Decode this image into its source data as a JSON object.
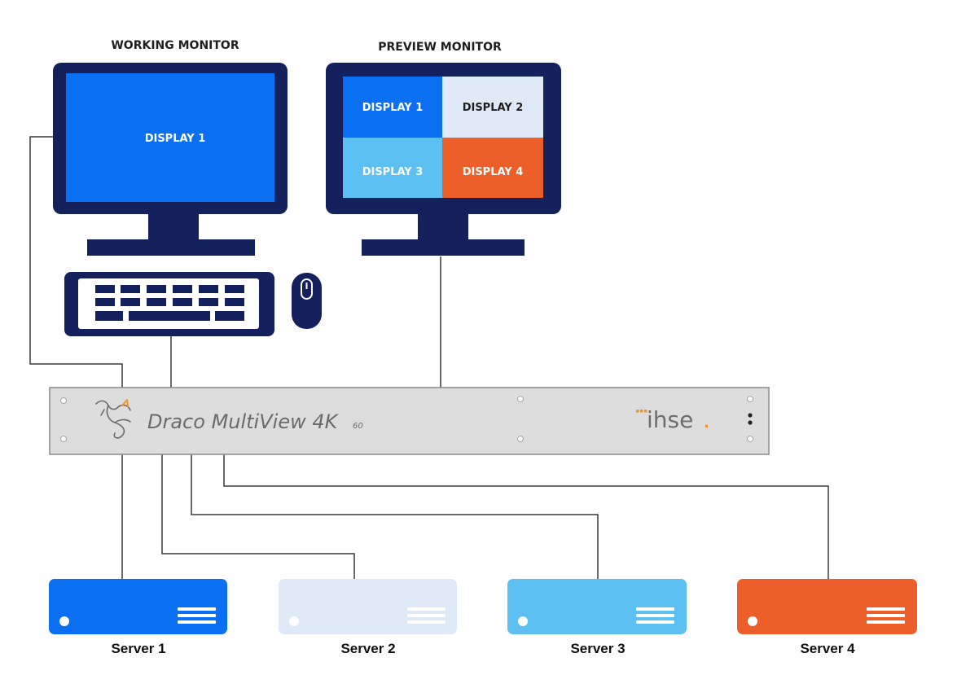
{
  "monitors": {
    "working": {
      "title": "WORKING MONITOR",
      "display": "DISPLAY 1"
    },
    "preview": {
      "title": "PREVIEW MONITOR",
      "displays": [
        "DISPLAY 1",
        "DISPLAY 2",
        "DISPLAY 3",
        "DISPLAY 4"
      ]
    }
  },
  "device": {
    "name": "Draco MultiView 4K",
    "subscript": "60",
    "brand": "ihse",
    "brand_dot": "."
  },
  "servers": [
    "Server 1",
    "Server 2",
    "Server 3",
    "Server 4"
  ],
  "colors": {
    "navy": "#14215c",
    "display1": "#0a6ff0",
    "display2": "#e0e9f7",
    "display3": "#5cc1f2",
    "display4": "#ec5f2b",
    "chassis": "#dddddd",
    "brand_accent": "#f2922a"
  },
  "icons": {
    "logo": "dragon-logo-icon",
    "keyboard": "keyboard-icon",
    "mouse": "mouse-icon",
    "server": "server-icon"
  }
}
